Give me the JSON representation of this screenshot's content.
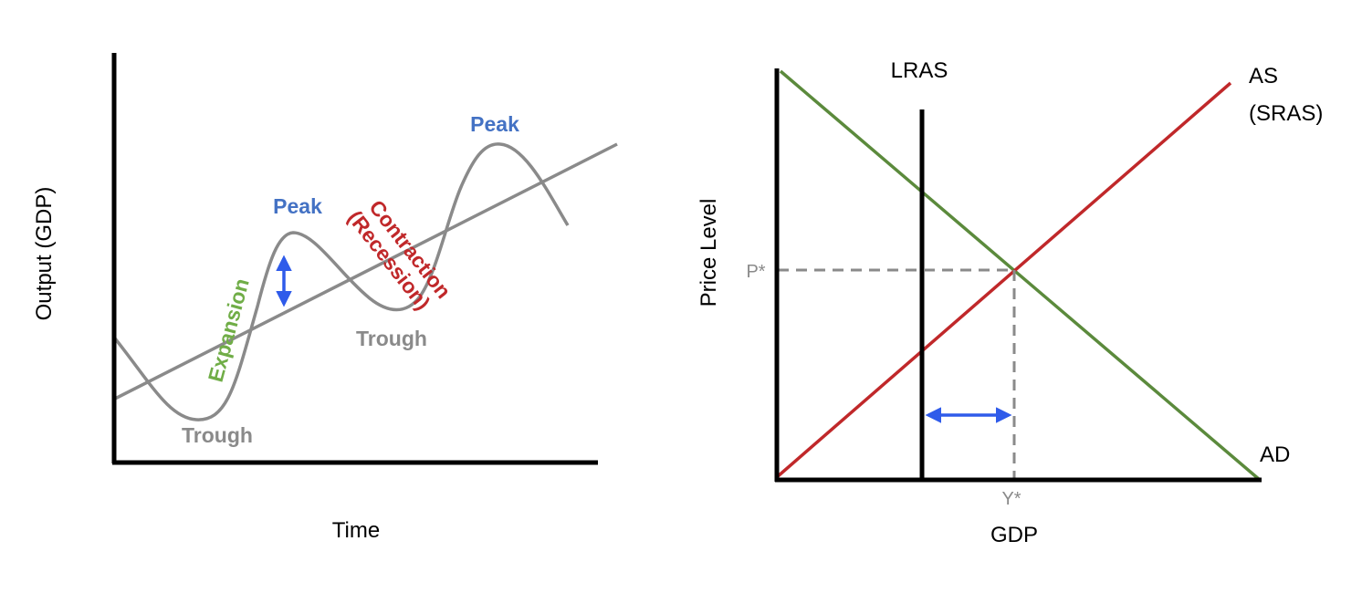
{
  "business_cycle": {
    "y_axis_label": "Output (GDP)",
    "x_axis_label": "Time",
    "labels": {
      "peak_1": "Peak",
      "peak_2": "Peak",
      "trough_1": "Trough",
      "trough_2": "Trough",
      "expansion": "Expansion",
      "contraction_line1": "Contraction",
      "contraction_line2": "(Recession)"
    }
  },
  "as_ad": {
    "y_axis_label": "Price Level",
    "x_axis_label": "GDP",
    "labels": {
      "lras": "LRAS",
      "as_line1": "AS",
      "as_line2": "(SRAS)",
      "ad": "AD",
      "p_star": "P*",
      "y_star": "Y*"
    }
  },
  "colors": {
    "axis": "#000000",
    "cycle_curve": "#8a8a8a",
    "trend_line": "#8a8a8a",
    "peak": "#4472c4",
    "trough": "#8a8a8a",
    "expansion": "#70ad47",
    "contraction": "#c0282a",
    "ad_line": "#5b8a3c",
    "sras_line": "#c0282a",
    "arrow": "#2f5bea",
    "guide": "#8a8a8a"
  }
}
